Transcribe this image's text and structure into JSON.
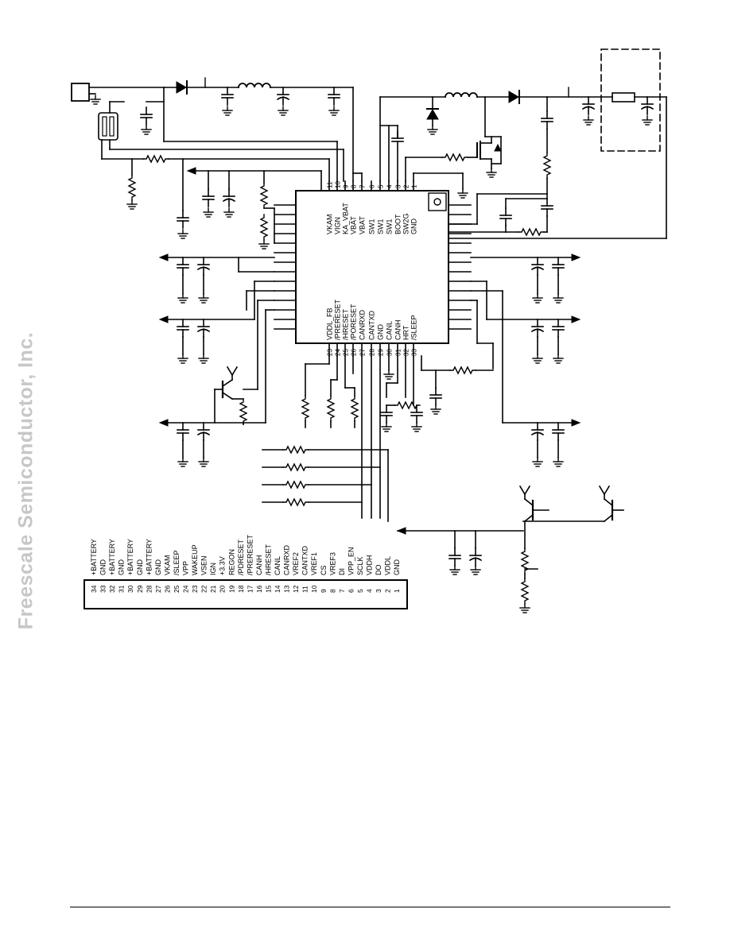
{
  "watermark": "Freescale Semiconductor, Inc.",
  "ic": {
    "top_pins": [
      {
        "num": "11",
        "label": "VKAM"
      },
      {
        "num": "10",
        "label": "VIGN"
      },
      {
        "num": "9",
        "label": "KA_VBAT"
      },
      {
        "num": "8",
        "label": "VBAT"
      },
      {
        "num": "7",
        "label": "VBAT"
      },
      {
        "num": "6",
        "label": "SW1"
      },
      {
        "num": "5",
        "label": "SW1"
      },
      {
        "num": "4",
        "label": "SW1"
      },
      {
        "num": "3",
        "label": "BOOT"
      },
      {
        "num": "2",
        "label": "SW2G"
      },
      {
        "num": "1",
        "label": "GND"
      }
    ],
    "bottom_pins": [
      {
        "num": "23",
        "label": "VDDL_FB"
      },
      {
        "num": "24",
        "label": "/PRERESET"
      },
      {
        "num": "25",
        "label": "/HRESET"
      },
      {
        "num": "26",
        "label": "/PORESET"
      },
      {
        "num": "27",
        "label": "CANRXD"
      },
      {
        "num": "28",
        "label": "CANTXD"
      },
      {
        "num": "29",
        "label": "GND"
      },
      {
        "num": "30",
        "label": "CANL"
      },
      {
        "num": "31",
        "label": "CANH"
      },
      {
        "num": "32",
        "label": "HRT"
      },
      {
        "num": "33",
        "label": "/SLEEP"
      }
    ]
  },
  "connector": {
    "pins": [
      {
        "num": "34",
        "label": "+BATTERY"
      },
      {
        "num": "33",
        "label": "GND"
      },
      {
        "num": "32",
        "label": "+BATTERY"
      },
      {
        "num": "31",
        "label": "GND"
      },
      {
        "num": "30",
        "label": "+BATTERY"
      },
      {
        "num": "29",
        "label": "GND"
      },
      {
        "num": "28",
        "label": "+BATTERY"
      },
      {
        "num": "27",
        "label": "GND"
      },
      {
        "num": "26",
        "label": "VKAM"
      },
      {
        "num": "25",
        "label": "/SLEEP"
      },
      {
        "num": "24",
        "label": "VPP"
      },
      {
        "num": "23",
        "label": "WAKEUP"
      },
      {
        "num": "22",
        "label": "VSEN"
      },
      {
        "num": "21",
        "label": "IGN"
      },
      {
        "num": "20",
        "label": "+3.3V"
      },
      {
        "num": "19",
        "label": "REGON"
      },
      {
        "num": "18",
        "label": "/PDRESET"
      },
      {
        "num": "17",
        "label": "/PRERESET"
      },
      {
        "num": "16",
        "label": "CANH"
      },
      {
        "num": "15",
        "label": "/HRESET"
      },
      {
        "num": "14",
        "label": "CANL"
      },
      {
        "num": "13",
        "label": "CANRXD"
      },
      {
        "num": "12",
        "label": "VREF2"
      },
      {
        "num": "11",
        "label": "CANTXD"
      },
      {
        "num": "10",
        "label": "VREF1"
      },
      {
        "num": "9",
        "label": "CS"
      },
      {
        "num": "8",
        "label": "VREF3"
      },
      {
        "num": "7",
        "label": "DI"
      },
      {
        "num": "6",
        "label": "VPP_EN"
      },
      {
        "num": "5",
        "label": "SCLK"
      },
      {
        "num": "4",
        "label": "VDDH"
      },
      {
        "num": "3",
        "label": "DO"
      },
      {
        "num": "2",
        "label": "VDDL"
      },
      {
        "num": "1",
        "label": "GND"
      }
    ]
  }
}
